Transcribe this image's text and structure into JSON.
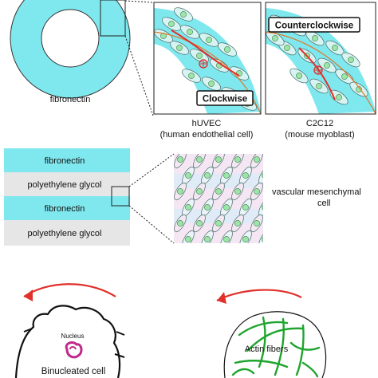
{
  "ring": {
    "label": "fibronectin"
  },
  "panel_huvec": {
    "badge": "Clockwise",
    "caption_line1": "hUVEC",
    "caption_line2": "(human endothelial cell)"
  },
  "panel_c2c12": {
    "badge": "Counterclockwise",
    "caption_line1": "C2C12",
    "caption_line2": "(mouse myoblast)"
  },
  "stripes": {
    "items": [
      {
        "label": "fibronectin",
        "color": "#7fe8ef"
      },
      {
        "label": "polyethylene glycol",
        "color": "#e6e6e6"
      },
      {
        "label": "fibronectin",
        "color": "#7fe8ef"
      },
      {
        "label": "polyethylene glycol",
        "color": "#e6e6e6"
      }
    ]
  },
  "mesenchymal": {
    "label_line1": "vascular mesenchymal",
    "label_line2": "cell"
  },
  "binucleated": {
    "nucleus_label": "Nucleus",
    "cell_label": "Binucleated cell"
  },
  "actin": {
    "label": "Actin fibers"
  },
  "colors": {
    "cyan": "#7fe8ef",
    "cell_fill": "#d8f4f2",
    "nucleus": "#9be6a6",
    "arrow_red": "#e0312a",
    "actin_green": "#1ea52e",
    "nucleus_purple": "#c0288a"
  }
}
